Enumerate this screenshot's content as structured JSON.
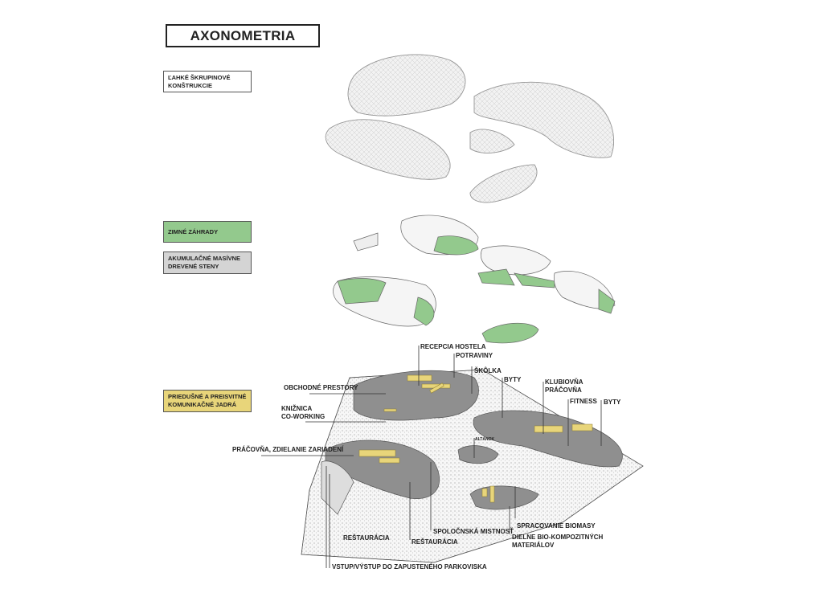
{
  "title": "AXONOMETRIA",
  "legend": [
    {
      "line1": "ĽAHKÉ ŠKRUPINOVÉ",
      "line2": "KONŠTRUKCIE",
      "color": "#ffffff"
    },
    {
      "line1": "ZIMNÉ ZÁHRADY",
      "line2": "",
      "color": "#93c98d"
    },
    {
      "line1": "AKUMULAČNÉ MASÍVNE",
      "line2": "DREVENÉ STENY",
      "color": "#d4d4d4"
    },
    {
      "line1": "PRIEDUŠNÉ A PREISVITNÉ",
      "line2": "KOMUNIKAČNÉ JADRÁ",
      "color": "#e8d57a"
    }
  ],
  "labels": {
    "recepcia": "RECEPCIA HOSTELA",
    "potraviny": "POTRAVINY",
    "skolka": "ŠKÔLKA",
    "obchodne": "OBCHODNÉ PRESTORY",
    "byty1": "BYTY",
    "klub1": "KLUBIOVŇA",
    "klub2": "PRÁČOVŇA",
    "fitness": "FITNESS",
    "byty2": "BYTY",
    "kniznica1": "KNIŽNICA",
    "kniznica2": "CO-WORKING",
    "altanok": "ALTÁNOK",
    "pracovna": "PRÁČOVŇA, ZDIELANIE ZARIADENÍ",
    "biomasa": "SPRACOVANIE BIOMASY",
    "spolocenska": "SPOLOČNSKÁ MISTNOSŤ",
    "restauracia1": "REŠTAURÁCIA",
    "restauracia2": "REŠTAURÁCIA",
    "dielne1": "DIELNE BIO-KOMPOZITNÝCH",
    "dielne2": "MATERIÁLOV",
    "vstup": "VSTUP/VÝSTUP DO ZAPUSTENÉHO PARKOVISKA"
  }
}
